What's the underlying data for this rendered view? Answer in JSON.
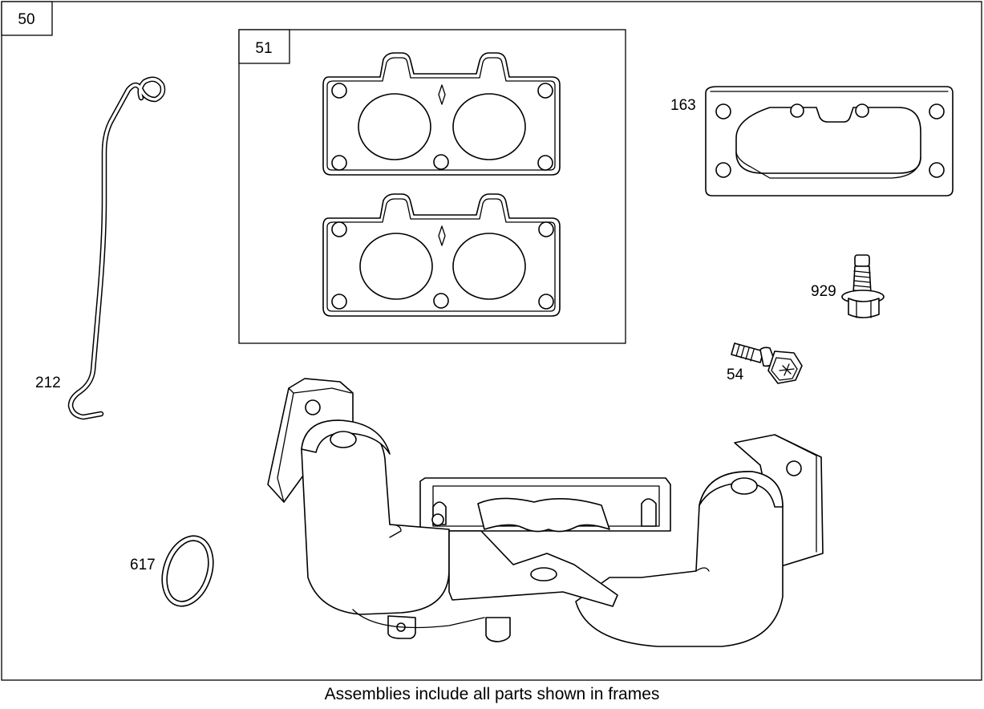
{
  "assembly_number": "50",
  "kit_number": "51",
  "caption": "Assemblies include all parts shown in frames",
  "parts": {
    "wire_212": "212",
    "gasket_163": "163",
    "screw_929": "929",
    "screw_54": "54",
    "ring_617": "617"
  }
}
